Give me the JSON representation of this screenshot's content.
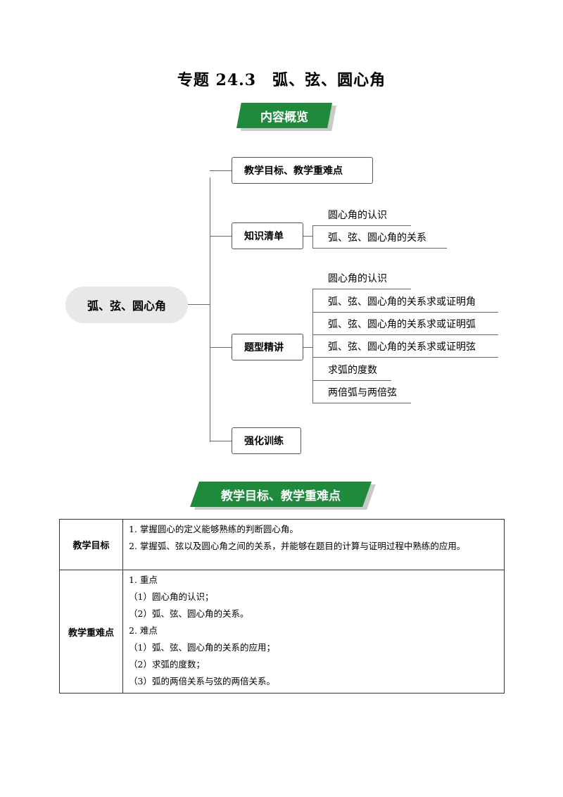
{
  "title": "专题 24.3　弧、弦、圆心角",
  "banners": {
    "overview": "内容概览",
    "goals": "教学目标、教学重难点"
  },
  "mindmap": {
    "root": "弧、弦、圆心角",
    "branches": [
      {
        "label": "教学目标、教学重难点"
      },
      {
        "label": "知识清单",
        "children": [
          "圆心角的认识",
          "弧、弦、圆心角的关系"
        ]
      },
      {
        "label": "题型精讲",
        "children": [
          "圆心角的认识",
          "弧、弦、圆心角的关系求或证明角",
          "弧、弦、圆心角的关系求或证明弧",
          "弧、弦、圆心角的关系求或证明弦",
          "求弧的度数",
          "两倍弧与两倍弦"
        ]
      },
      {
        "label": "强化训练"
      }
    ]
  },
  "table": {
    "goal_head": "教学目标",
    "goal_lines": [
      "1. 掌握圆心的定义能够熟练的判断圆心角。",
      "2. 掌握弧、弦以及圆心角之间的关系，并能够在题目的计算与证明过程中熟练的应用。"
    ],
    "key_head": "教学重难点",
    "key_lines": [
      "1. 重点",
      "（1）圆心角的认识；",
      "（2）弧、弦、圆心角的关系。",
      "2. 难点",
      "（1）弧、弦、圆心角的关系的应用；",
      "（2）求弧的度数；",
      "（3）弧的两倍关系与弦的两倍关系。"
    ]
  },
  "colors": {
    "banner": "#1f8a3c",
    "root_fill": "#e8e8e8",
    "line": "#6a6a6a"
  }
}
